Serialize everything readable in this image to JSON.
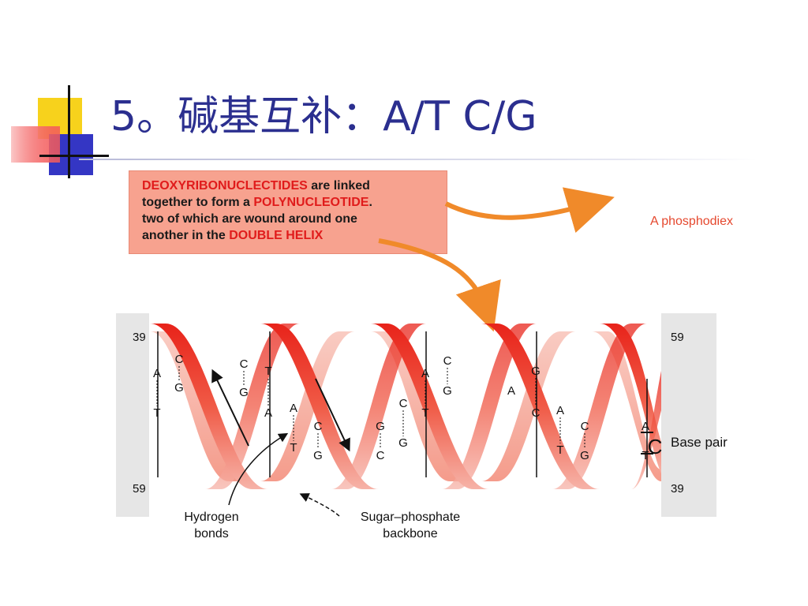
{
  "title": "5。碱基互补：A/T C/G",
  "info_box": {
    "line1_hl": "DEOXYRIBONUCLECTIDES",
    "line1_rest": " are linked",
    "line2_pre": "together to form a ",
    "line2_hl": "POLYNUCLEOTIDE",
    "line2_post": ".",
    "line3": "two of which are wound around one",
    "line4_pre": "another in the ",
    "line4_hl": "DOUBLE HELIX"
  },
  "right_label": "A phosphodiex",
  "helix": {
    "left_top": "39",
    "left_bottom": "59",
    "right_top": "59",
    "right_bottom": "39",
    "base_pair_label": "Base pair",
    "hydrogen_label_1": "Hydrogen",
    "hydrogen_label_2": "bonds",
    "backbone_label_1": "Sugar–phosphate",
    "backbone_label_2": "backbone"
  },
  "colors": {
    "title": "#2b2f8f",
    "ribbon": "#e8231a",
    "ribbon_light": "#f6b3a8",
    "box": "#f7a28f",
    "arrow": "#f08a2a"
  }
}
